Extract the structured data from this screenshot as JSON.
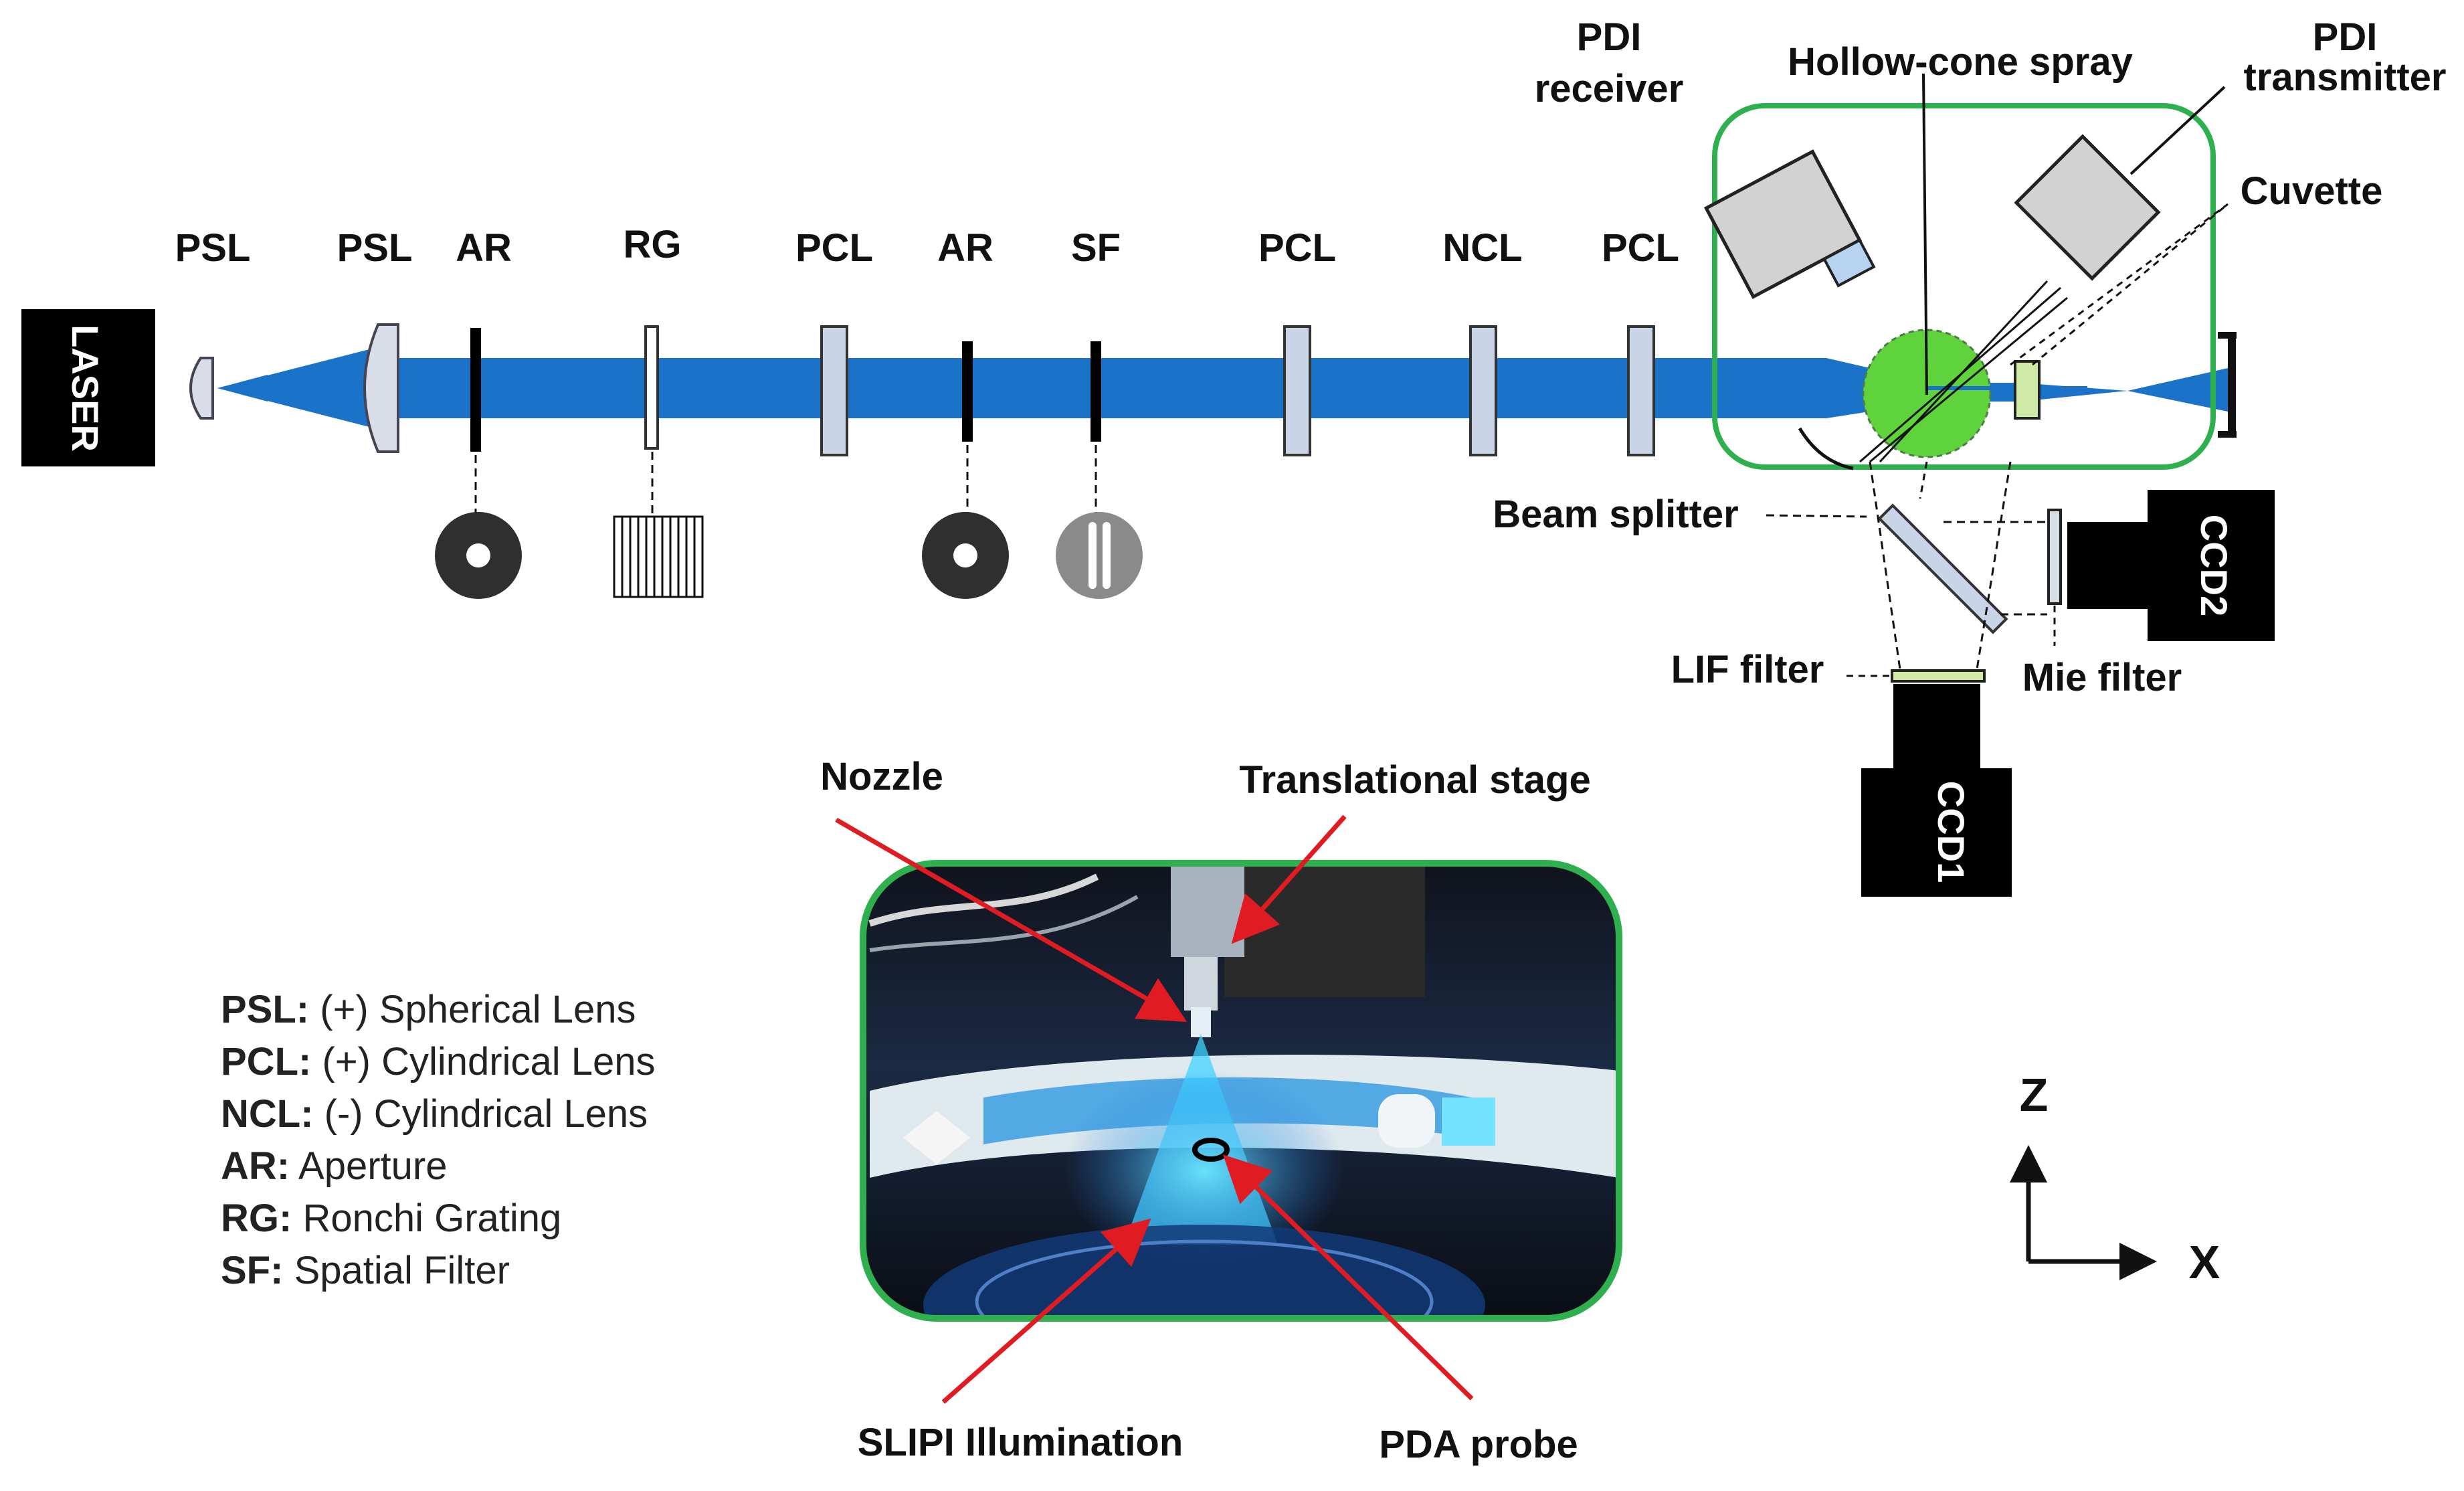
{
  "source": {
    "label": "LASER"
  },
  "optics_labels": {
    "psl_1": "PSL",
    "psl_2": "PSL",
    "ar_1": "AR",
    "rg": "RG",
    "pcl_1": "PCL",
    "ar_2": "AR",
    "sf": "SF",
    "pcl_2": "PCL",
    "ncl": "NCL",
    "pcl_3": "PCL"
  },
  "measurement_labels": {
    "pdi_receiver_1": "PDI",
    "pdi_receiver_2": "receiver",
    "hollow_cone_spray": "Hollow-cone spray",
    "pdi_transmitter_1": "PDI",
    "pdi_transmitter_2": "transmitter",
    "cuvette": "Cuvette",
    "beam_splitter": "Beam splitter",
    "lif_filter": "LIF filter",
    "mie_filter": "Mie filter",
    "ccd1": "CCD1",
    "ccd2": "CCD2"
  },
  "photo_labels": {
    "nozzle": "Nozzle",
    "translational_stage": "Translational stage",
    "slipi_illumination": "SLIPI Illumination",
    "pda_probe": "PDA probe"
  },
  "axes": {
    "z": "Z",
    "x": "X"
  },
  "legend": [
    {
      "abbr": "PSL:",
      "text": "(+) Spherical Lens"
    },
    {
      "abbr": "PCL:",
      "text": "(+) Cylindrical Lens"
    },
    {
      "abbr": "NCL:",
      "text": "(-) Cylindrical Lens"
    },
    {
      "abbr": "AR:",
      "text": "Aperture"
    },
    {
      "abbr": "RG:",
      "text": "Ronchi Grating"
    },
    {
      "abbr": "SF:",
      "text": "Spatial Filter"
    }
  ],
  "colors": {
    "beam": "#1a73c9",
    "enclosure": "#2eb04f",
    "spray": "#5fd33c",
    "pointer_arrow": "#e11b22",
    "camera": "#000000"
  }
}
